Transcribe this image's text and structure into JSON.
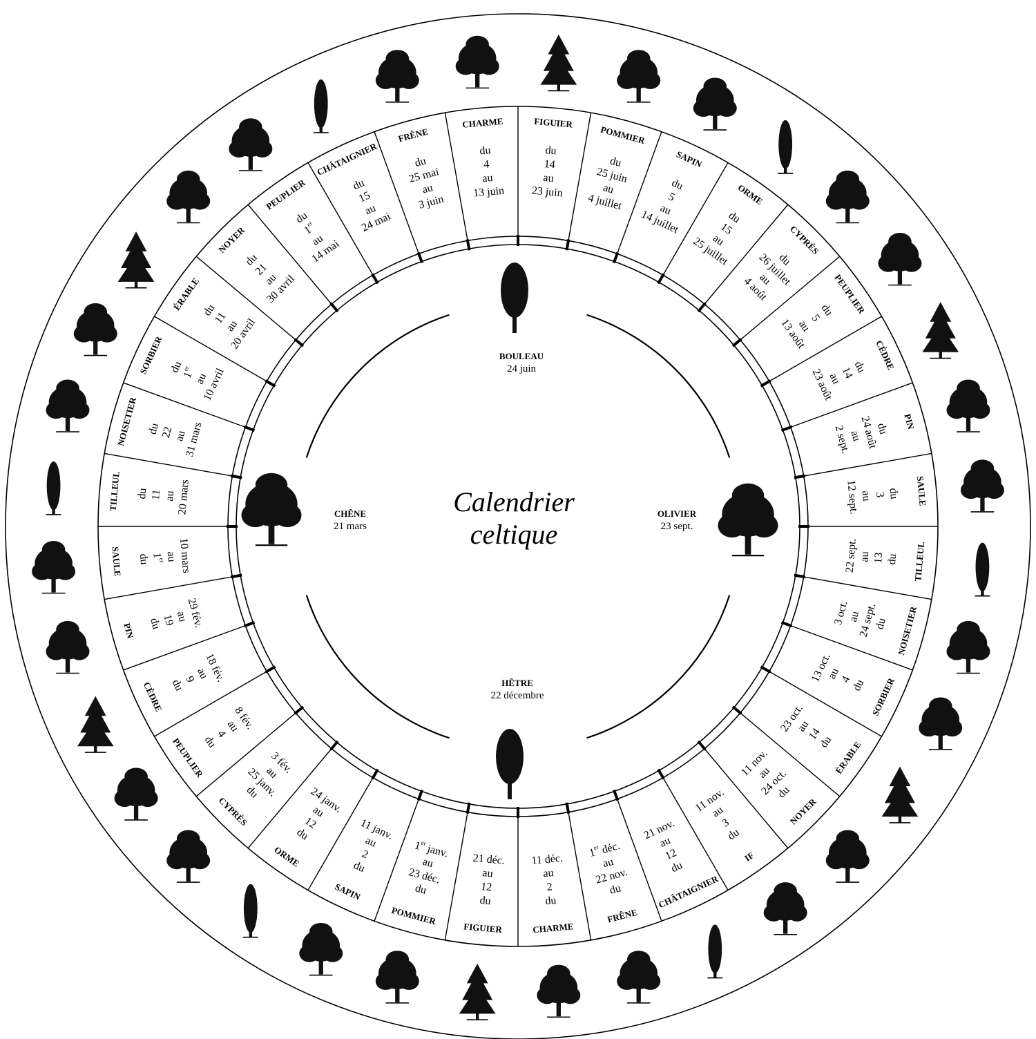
{
  "title": {
    "line1": "Calendrier",
    "line2": "celtique"
  },
  "cardinals": [
    {
      "id": "bouleau",
      "name": "BOULEAU",
      "date": "24 juin",
      "position": "top",
      "tree_icon": "birch-tree-icon"
    },
    {
      "id": "olivier",
      "name": "OLIVIER",
      "date": "23 sept.",
      "position": "right",
      "tree_icon": "olive-tree-icon"
    },
    {
      "id": "hetre",
      "name": "HÊTRE",
      "date": "22 décembre",
      "position": "bottom",
      "tree_icon": "beech-tree-icon"
    },
    {
      "id": "chene",
      "name": "CHÊNE",
      "date": "21 mars",
      "position": "left",
      "tree_icon": "oak-tree-icon"
    }
  ],
  "segments": [
    {
      "name": "FIGUIER",
      "lines": [
        "du",
        "14",
        "au",
        "23 juin"
      ]
    },
    {
      "name": "POMMIER",
      "lines": [
        "du",
        "25 juin",
        "au",
        "4 juillet"
      ]
    },
    {
      "name": "SAPIN",
      "lines": [
        "du",
        "5",
        "au",
        "14 juillet"
      ]
    },
    {
      "name": "ORME",
      "lines": [
        "du",
        "15",
        "au",
        "25 juillet"
      ]
    },
    {
      "name": "CYPRÈS",
      "lines": [
        "du",
        "26 juillet",
        "au",
        "4 août"
      ]
    },
    {
      "name": "PEUPLIER",
      "lines": [
        "du",
        "5",
        "au",
        "13 août"
      ]
    },
    {
      "name": "CÈDRE",
      "lines": [
        "du",
        "14",
        "au",
        "23 août"
      ]
    },
    {
      "name": "PIN",
      "lines": [
        "du",
        "24 août",
        "au",
        "2 sept."
      ]
    },
    {
      "name": "SAULE",
      "lines": [
        "du",
        "3",
        "au",
        "12 sept."
      ]
    },
    {
      "name": "TILLEUL",
      "lines": [
        "du",
        "13",
        "au",
        "22 sept."
      ]
    },
    {
      "name": "NOISETIER",
      "lines": [
        "du",
        "24 sept.",
        "au",
        "3 oct."
      ]
    },
    {
      "name": "SORBIER",
      "lines": [
        "du",
        "4",
        "au",
        "13 oct."
      ]
    },
    {
      "name": "ÉRABLE",
      "lines": [
        "du",
        "14",
        "au",
        "23 oct."
      ]
    },
    {
      "name": "NOYER",
      "lines": [
        "du",
        "24 oct.",
        "au",
        "11 nov."
      ]
    },
    {
      "name": "IF",
      "lines": [
        "du",
        "3",
        "au",
        "11 nov."
      ]
    },
    {
      "name": "CHÂTAIGNIER",
      "lines": [
        "du",
        "12",
        "au",
        "21 nov."
      ]
    },
    {
      "name": "FRÊNE",
      "lines": [
        "du",
        "22 nov.",
        "au",
        "1er déc."
      ]
    },
    {
      "name": "CHARME",
      "lines": [
        "du",
        "2",
        "au",
        "11 déc."
      ]
    },
    {
      "name": "FIGUIER",
      "lines": [
        "du",
        "12",
        "au",
        "21 déc."
      ]
    },
    {
      "name": "POMMIER",
      "lines": [
        "du",
        "23 déc.",
        "au",
        "1er janv."
      ]
    },
    {
      "name": "SAPIN",
      "lines": [
        "du",
        "2",
        "au",
        "11 janv."
      ]
    },
    {
      "name": "ORME",
      "lines": [
        "du",
        "12",
        "au",
        "24 janv."
      ]
    },
    {
      "name": "CYPRÈS",
      "lines": [
        "du",
        "25 janv.",
        "au",
        "3 fév."
      ]
    },
    {
      "name": "PEUPLIER",
      "lines": [
        "du",
        "4",
        "au",
        "8 fév."
      ]
    },
    {
      "name": "CÈDRE",
      "lines": [
        "du",
        "9",
        "au",
        "18 fév."
      ]
    },
    {
      "name": "PIN",
      "lines": [
        "du",
        "19",
        "au",
        "29 fév."
      ]
    },
    {
      "name": "SAULE",
      "lines": [
        "du",
        "1er",
        "au",
        "10 mars"
      ]
    },
    {
      "name": "TILLEUL",
      "lines": [
        "du",
        "11",
        "au",
        "20 mars"
      ]
    },
    {
      "name": "NOISETIER",
      "lines": [
        "du",
        "22",
        "au",
        "31 mars"
      ]
    },
    {
      "name": "SORBIER",
      "lines": [
        "du",
        "1er",
        "au",
        "10 avril"
      ]
    },
    {
      "name": "ÉRABLE",
      "lines": [
        "du",
        "11",
        "au",
        "20 avril"
      ]
    },
    {
      "name": "NOYER",
      "lines": [
        "du",
        "21",
        "au",
        "30 avril"
      ]
    },
    {
      "name": "PEUPLIER",
      "lines": [
        "du",
        "1er",
        "au",
        "14 mai"
      ]
    },
    {
      "name": "CHÂTAIGNIER",
      "lines": [
        "du",
        "15",
        "au",
        "24 mai"
      ]
    },
    {
      "name": "FRÊNE",
      "lines": [
        "du",
        "25 mai",
        "au",
        "3 juin"
      ]
    },
    {
      "name": "CHARME",
      "lines": [
        "du",
        "4",
        "au",
        "13 juin"
      ]
    }
  ],
  "outer_tree_icons": [
    "poplar-tree-icon",
    "broadleaf-tree-icon",
    "conifer-tree-icon"
  ]
}
